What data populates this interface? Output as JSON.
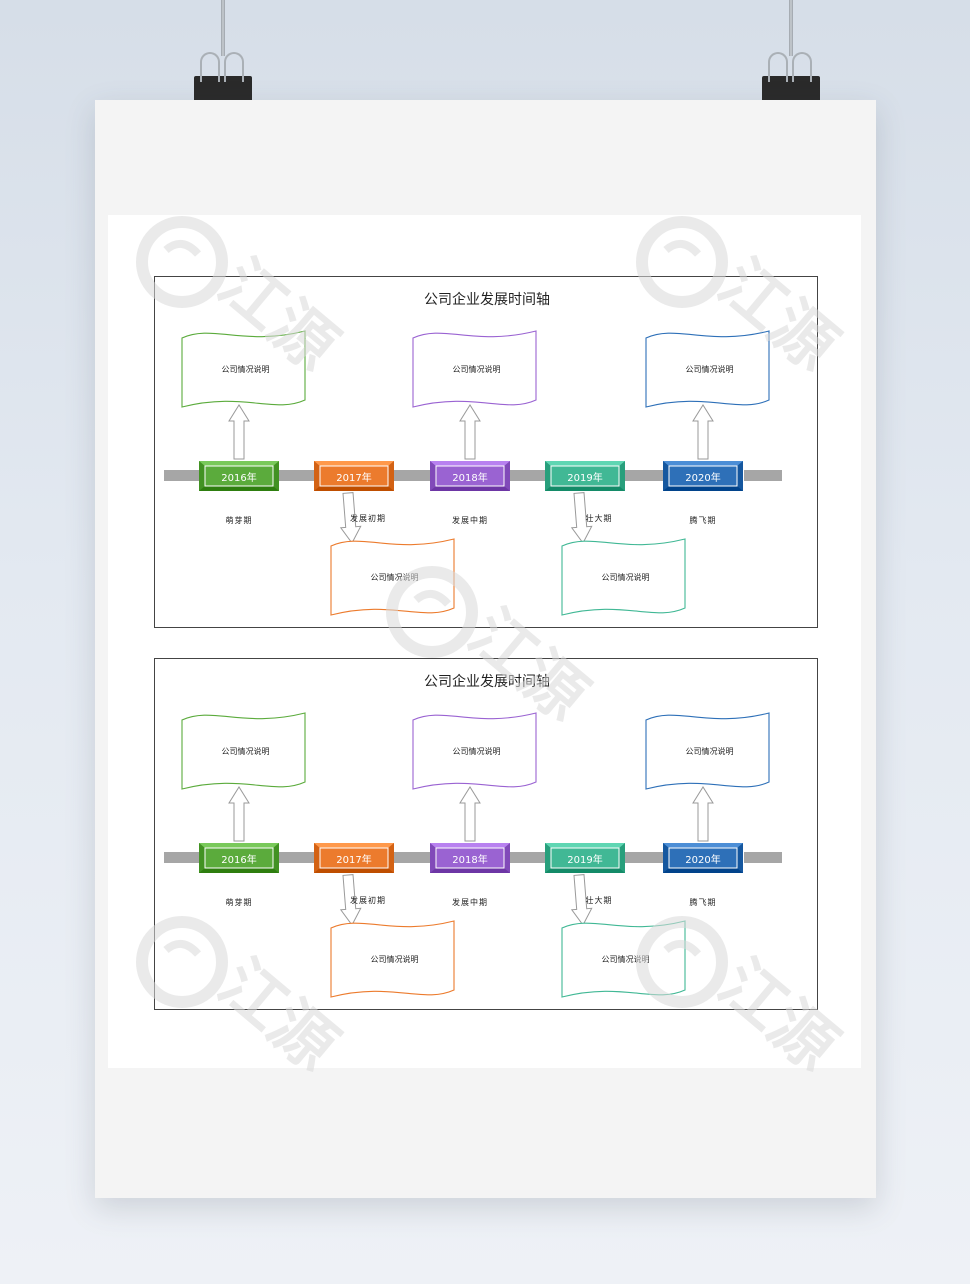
{
  "panels": [
    {
      "title": "公司企业发展时间轴",
      "milestones": [
        {
          "year": "2016年",
          "color": "#5bab3c",
          "stage": "萌芽期",
          "note": "公司情况说明",
          "position": "top"
        },
        {
          "year": "2017年",
          "color": "#ec7b2d",
          "stage": "发展初期",
          "note": "公司情况说明",
          "position": "bottom"
        },
        {
          "year": "2018年",
          "color": "#9a63d2",
          "stage": "发展中期",
          "note": "公司情况说明",
          "position": "top"
        },
        {
          "year": "2019年",
          "color": "#41b895",
          "stage": "壮大期",
          "note": "公司情况说明",
          "position": "bottom"
        },
        {
          "year": "2020年",
          "color": "#2e70b8",
          "stage": "腾飞期",
          "note": "公司情况说明",
          "position": "top"
        }
      ]
    },
    {
      "title": "公司企业发展时间轴",
      "milestones": [
        {
          "year": "2016年",
          "color": "#5bab3c",
          "stage": "萌芽期",
          "note": "公司情况说明",
          "position": "top"
        },
        {
          "year": "2017年",
          "color": "#ec7b2d",
          "stage": "发展初期",
          "note": "公司情况说明",
          "position": "bottom"
        },
        {
          "year": "2018年",
          "color": "#9a63d2",
          "stage": "发展中期",
          "note": "公司情况说明",
          "position": "top"
        },
        {
          "year": "2019年",
          "color": "#41b895",
          "stage": "壮大期",
          "note": "公司情况说明",
          "position": "bottom"
        },
        {
          "year": "2020年",
          "color": "#2e70b8",
          "stage": "腾飞期",
          "note": "公司情况说明",
          "position": "top"
        }
      ]
    }
  ],
  "timeline_bar_color": "#a6a6a6",
  "arrow_color": "#9a9a9a",
  "watermark": {
    "text": "江源"
  }
}
